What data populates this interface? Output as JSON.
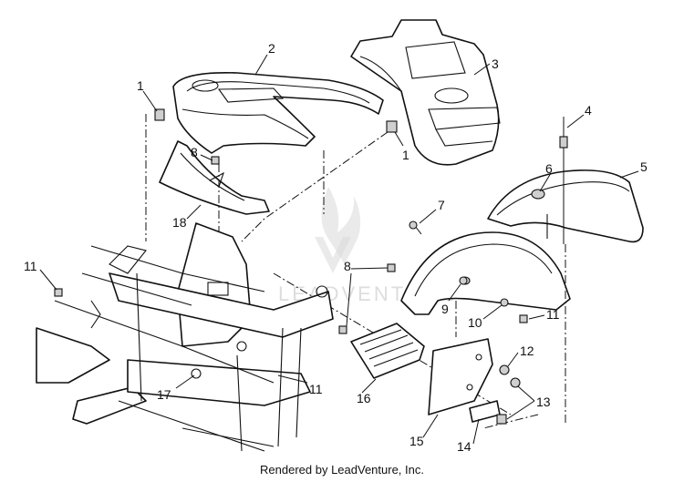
{
  "diagram": {
    "callouts": [
      "1",
      "2",
      "3",
      "1",
      "4",
      "5",
      "6",
      "7",
      "8",
      "8",
      "9",
      "10",
      "11",
      "11",
      "11",
      "12",
      "13",
      "14",
      "15",
      "16",
      "17",
      "18"
    ],
    "watermark": "LEADVENTURE"
  },
  "footer": {
    "credit": "Rendered by LeadVenture, Inc."
  }
}
